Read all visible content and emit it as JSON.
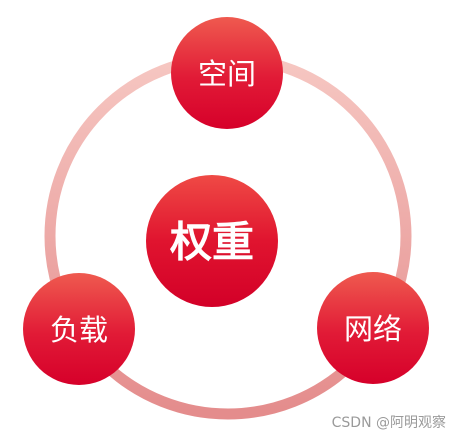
{
  "diagram": {
    "center": {
      "label": "权重"
    },
    "nodes": {
      "top": {
        "label": "空间"
      },
      "left": {
        "label": "负载"
      },
      "right": {
        "label": "网络"
      }
    }
  },
  "watermark": {
    "text": "CSDN @阿明观察"
  },
  "colors": {
    "ring_top": "#f4b8b3",
    "ring_bottom": "#e68a8a",
    "node_top": "#f0544e",
    "node_bottom": "#d8002a",
    "text": "#ffffff"
  }
}
